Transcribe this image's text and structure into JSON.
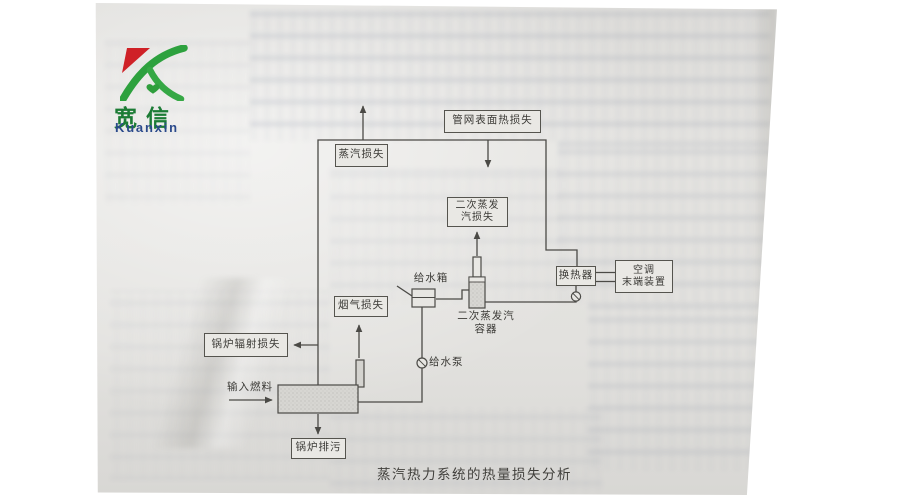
{
  "page": {
    "background": "#ffffff",
    "paper_color": "#e2e1de"
  },
  "logo": {
    "name_cn": "宽信",
    "name_en": "Kuanxin",
    "colors": {
      "green": "#2da13e",
      "dark_green": "#1c7c35",
      "red": "#cf2127",
      "blue": "#2b4a8b"
    }
  },
  "diagram": {
    "line_color": "#4b4a46",
    "caption": "蒸汽热力系统的热量损失分析",
    "boxes": {
      "steam_loss": "蒸汽损失",
      "pipe_network_surface_heat_loss": "管网表面热损失",
      "flash_steam_loss": [
        "二次蒸发",
        "汽损失"
      ],
      "heat_exchanger": "换热器",
      "ac_terminal": [
        "空调",
        "末端装置"
      ],
      "flue_gas_loss": "烟气损失",
      "boiler_radiation_loss": "锅炉辐射损失",
      "boiler_blowdown": "锅炉排污"
    },
    "labels": {
      "feed_water_tank": "给水箱",
      "flash_steam_vessel": [
        "二次蒸发汽",
        "容器"
      ],
      "feed_water_pump": "给水泵",
      "fuel_input": "输入燃料"
    }
  }
}
